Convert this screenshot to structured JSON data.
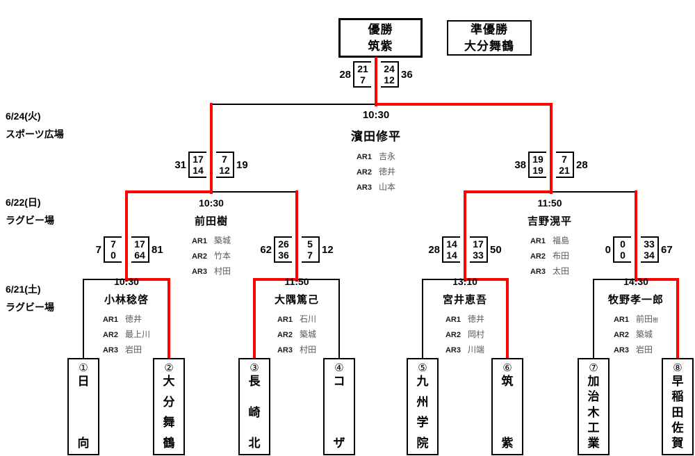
{
  "colors": {
    "winner_path": "#ff0000",
    "line": "#000000",
    "ar_name_gray": "#595959"
  },
  "header": {
    "champion": {
      "label": "優勝",
      "team": "筑紫"
    },
    "runner_up": {
      "label": "準優勝",
      "team": "大分舞鶴"
    }
  },
  "round_labels": [
    {
      "date": "6/24(火)",
      "venue": "スポーツ広場"
    },
    {
      "date": "6/22(日)",
      "venue": "ラグビー場"
    },
    {
      "date": "6/21(土)",
      "venue": "ラグビー場"
    }
  ],
  "final": {
    "time": "10:30",
    "referee": "濱田修平",
    "ars": [
      {
        "label": "AR1",
        "name": "吉永"
      },
      {
        "label": "AR2",
        "name": "徳井"
      },
      {
        "label": "AR3",
        "name": "山本"
      }
    ],
    "score_left": {
      "total": "28",
      "h1": "21",
      "h2": "7"
    },
    "score_right": {
      "total": "36",
      "h1": "24",
      "h2": "12"
    }
  },
  "semifinals": [
    {
      "time": "10:30",
      "referee": "前田樹",
      "ars": [
        {
          "label": "AR1",
          "name": "築城"
        },
        {
          "label": "AR2",
          "name": "竹本"
        },
        {
          "label": "AR3",
          "name": "村田"
        }
      ],
      "score_left": {
        "total": "31",
        "h1": "17",
        "h2": "14"
      },
      "score_right": {
        "total": "19",
        "h1": "7",
        "h2": "12"
      }
    },
    {
      "time": "11:50",
      "referee": "吉野滉平",
      "ars": [
        {
          "label": "AR1",
          "name": "福島"
        },
        {
          "label": "AR2",
          "name": "布田"
        },
        {
          "label": "AR3",
          "name": "太田"
        }
      ],
      "score_left": {
        "total": "38",
        "h1": "19",
        "h2": "19"
      },
      "score_right": {
        "total": "28",
        "h1": "7",
        "h2": "21"
      }
    }
  ],
  "quarterfinals": [
    {
      "time": "10:30",
      "referee": "小林稔啓",
      "ars": [
        {
          "label": "AR1",
          "name": "徳井"
        },
        {
          "label": "AR2",
          "name": "最上川"
        },
        {
          "label": "AR3",
          "name": "岩田"
        }
      ],
      "score_left": {
        "total": "7",
        "h1": "7",
        "h2": "0"
      },
      "score_right": {
        "total": "81",
        "h1": "17",
        "h2": "64"
      }
    },
    {
      "time": "11:50",
      "referee": "大隅篤己",
      "ars": [
        {
          "label": "AR1",
          "name": "石川"
        },
        {
          "label": "AR2",
          "name": "築城"
        },
        {
          "label": "AR3",
          "name": "村田"
        }
      ],
      "score_left": {
        "total": "62",
        "h1": "26",
        "h2": "36"
      },
      "score_right": {
        "total": "12",
        "h1": "5",
        "h2": "7"
      }
    },
    {
      "time": "13:10",
      "referee": "宮井恵吾",
      "ars": [
        {
          "label": "AR1",
          "name": "徳井"
        },
        {
          "label": "AR2",
          "name": "岡村"
        },
        {
          "label": "AR3",
          "name": "川端"
        }
      ],
      "score_left": {
        "total": "28",
        "h1": "14",
        "h2": "14"
      },
      "score_right": {
        "total": "50",
        "h1": "17",
        "h2": "33"
      }
    },
    {
      "time": "14:30",
      "referee": "牧野孝一郎",
      "ars": [
        {
          "label": "AR1",
          "name": "前田",
          "small": "樹"
        },
        {
          "label": "AR2",
          "name": "築城"
        },
        {
          "label": "AR3",
          "name": "岩田"
        }
      ],
      "score_left": {
        "total": "0",
        "h1": "0",
        "h2": "0"
      },
      "score_right": {
        "total": "67",
        "h1": "33",
        "h2": "34"
      }
    }
  ],
  "teams": [
    {
      "seed": "①",
      "name": "日向"
    },
    {
      "seed": "②",
      "name": "大分舞鶴"
    },
    {
      "seed": "③",
      "name": "長崎北"
    },
    {
      "seed": "④",
      "name": "コザ"
    },
    {
      "seed": "⑤",
      "name": "九州学院"
    },
    {
      "seed": "⑥",
      "name": "筑紫"
    },
    {
      "seed": "⑦",
      "name": "加治木工業"
    },
    {
      "seed": "⑧",
      "name": "早稲田佐賀"
    }
  ]
}
